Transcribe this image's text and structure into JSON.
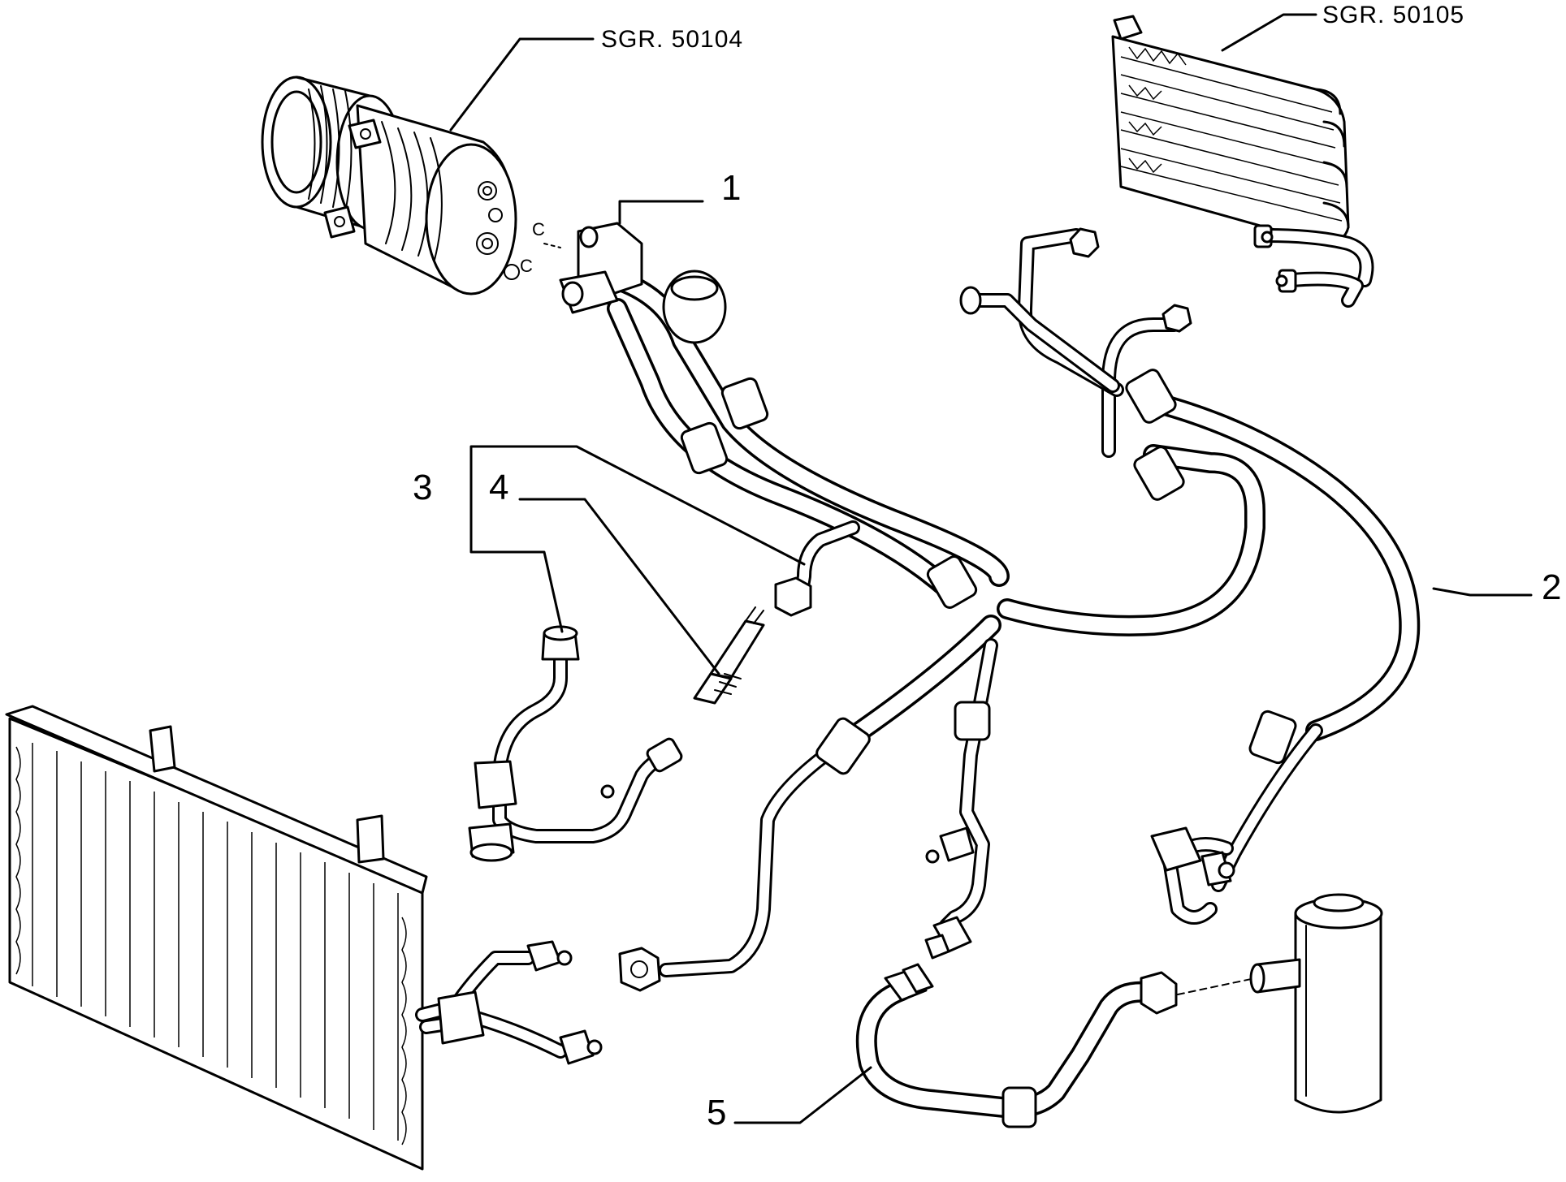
{
  "callouts": {
    "item_1": "1",
    "item_2": "2",
    "item_3": "3",
    "item_4": "4",
    "item_5": "5"
  },
  "references": {
    "compressor": "SGR. 50104",
    "evaporator": "SGR. 50105"
  }
}
